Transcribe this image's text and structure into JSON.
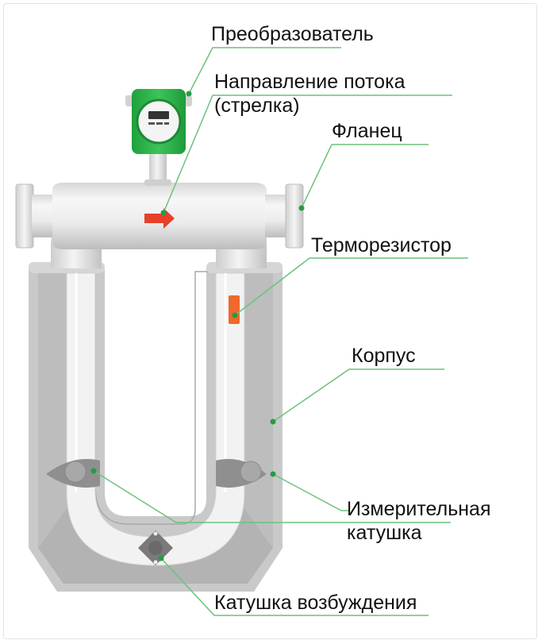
{
  "labels": {
    "transmitter": "Преобразователь",
    "flow_direction_line1": "Направление потока",
    "flow_direction_line2": "(стрелка)",
    "flange": "Фланец",
    "thermoresistor": "Терморезистор",
    "housing": "Корпус",
    "measuring_coil_line1": "Измерительная",
    "measuring_coil_line2": "катушка",
    "drive_coil": "Катушка возбуждения"
  },
  "colors": {
    "transmitter_body": "#2db24a",
    "flow_arrow": "#e8402a",
    "thermoresistor": "#f0682c",
    "leader_line": "#6cc27c",
    "leader_dot": "#2a9a44"
  }
}
